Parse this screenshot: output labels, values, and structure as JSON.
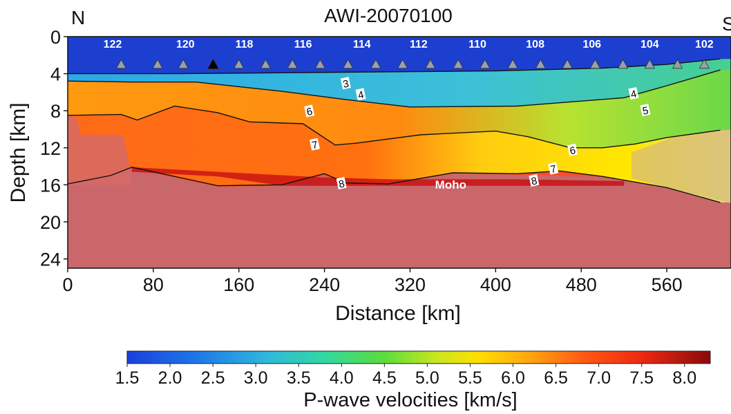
{
  "chart_data": {
    "type": "heatmap",
    "title": "AWI-20070100",
    "xlabel": "Distance [km]",
    "ylabel": "Depth [km]",
    "xlim": [
      0,
      620
    ],
    "ylim": [
      0,
      25
    ],
    "y_inverted": true,
    "direction_left": "N",
    "direction_right": "S",
    "x_ticks": [
      0,
      80,
      160,
      240,
      320,
      400,
      480,
      560
    ],
    "y_ticks": [
      0,
      4,
      8,
      12,
      16,
      20,
      24
    ],
    "stations": [
      {
        "label": "122",
        "x": 42
      },
      {
        "label": "120",
        "x": 110
      },
      {
        "label": "118",
        "x": 165
      },
      {
        "label": "116",
        "x": 220
      },
      {
        "label": "114",
        "x": 275
      },
      {
        "label": "112",
        "x": 328
      },
      {
        "label": "110",
        "x": 383
      },
      {
        "label": "108",
        "x": 437
      },
      {
        "label": "106",
        "x": 490
      },
      {
        "label": "104",
        "x": 544
      },
      {
        "label": "102",
        "x": 595
      }
    ],
    "obs_markers_x": [
      50,
      84,
      108,
      160,
      185,
      210,
      236,
      262,
      288,
      313,
      339,
      365,
      390,
      416,
      442,
      467,
      493,
      519,
      544,
      570,
      595
    ],
    "obs_special_x": 136,
    "layer_boundaries": [
      {
        "name": "seafloor",
        "x": [
          0,
          100,
          200,
          300,
          400,
          500,
          560,
          610
        ],
        "y": [
          4.0,
          4.0,
          3.9,
          3.8,
          3.7,
          3.4,
          3.0,
          2.4
        ]
      },
      {
        "name": "basement",
        "x": [
          0,
          60,
          120,
          200,
          260,
          320,
          420,
          520,
          560,
          610
        ],
        "y": [
          4.8,
          4.9,
          4.9,
          5.9,
          6.8,
          7.6,
          7.5,
          6.6,
          5.3,
          3.6
        ]
      },
      {
        "name": "upper_crust",
        "x": [
          0,
          50,
          65,
          100,
          140,
          170,
          220,
          250,
          270,
          330,
          400,
          430,
          470,
          500,
          530,
          560,
          610
        ],
        "y": [
          8.5,
          8.4,
          9.0,
          7.5,
          8.2,
          9.2,
          9.4,
          11.7,
          11.5,
          10.6,
          10.2,
          10.8,
          12.0,
          12.0,
          11.6,
          10.9,
          10.1
        ]
      },
      {
        "name": "moho",
        "x": [
          0,
          40,
          60,
          140,
          200,
          240,
          260,
          300,
          360,
          420,
          460,
          500,
          560,
          610
        ],
        "y": [
          15.9,
          15.0,
          14.1,
          16.1,
          16.0,
          14.8,
          15.8,
          15.9,
          14.7,
          14.8,
          14.5,
          15.1,
          16.3,
          17.9
        ]
      }
    ],
    "contour_labels": [
      {
        "text": "3",
        "x": 260,
        "y": 5.1
      },
      {
        "text": "4",
        "x": 274,
        "y": 6.3
      },
      {
        "text": "6",
        "x": 226,
        "y": 8.1
      },
      {
        "text": "7",
        "x": 231,
        "y": 11.7
      },
      {
        "text": "8",
        "x": 256,
        "y": 15.9
      },
      {
        "text": "4",
        "x": 529,
        "y": 6.2
      },
      {
        "text": "5",
        "x": 540,
        "y": 8.0
      },
      {
        "text": "6",
        "x": 472,
        "y": 12.3
      },
      {
        "text": "7",
        "x": 454,
        "y": 14.3
      },
      {
        "text": "8",
        "x": 436,
        "y": 15.6
      }
    ],
    "annotations": [
      {
        "text": "Moho",
        "x": 358,
        "y": 16.4
      }
    ],
    "colorbar": {
      "label": "P-wave velocities [km/s]",
      "min": 1.5,
      "max": 8.3,
      "ticks": [
        "1.5",
        "2.0",
        "2.5",
        "3.0",
        "3.5",
        "4.0",
        "4.5",
        "5.0",
        "5.5",
        "6.0",
        "6.5",
        "7.0",
        "7.5",
        "8.0"
      ]
    },
    "grid": false
  },
  "colors": {
    "water": "#1d3fd0",
    "sediment": "#39b6e6",
    "upper_sed": "#6bd68c",
    "crust_green": "#67d848",
    "crust_yellow": "#ffd800",
    "crust_orange": "#ff7c1e",
    "crust_red": "#ff4a1a",
    "lower_crust": "#ee3a12",
    "mantle_shade": "#d66a66",
    "mantle_deep": "#c9676a",
    "moho_band": "#c80e12",
    "obs_marker": "#9aa0a8",
    "obs_special": "#000000"
  }
}
